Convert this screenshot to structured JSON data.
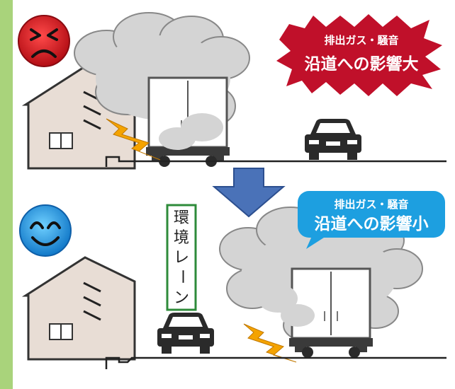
{
  "colors": {
    "background": "#a9d37b",
    "panel": "#ffffff",
    "burst_red": "#c0102a",
    "bubble_blue": "#1d9fe0",
    "arrow_blue": "#4a72b8",
    "smoke": "#d4d4d4",
    "house": "#e8ddd5",
    "lane_border": "#2e8b3a",
    "lightning": "#f4a300"
  },
  "top_scene": {
    "face": "angry-face-icon",
    "caption_line1": "排出ガス・騒音",
    "caption_line2": "沿道への影響大"
  },
  "bottom_scene": {
    "face": "smiling-face-icon",
    "caption_line1": "排出ガス・騒音",
    "caption_line2": "沿道への影響小",
    "lane_label": [
      "環",
      "境",
      "レ",
      "ー",
      "ン"
    ]
  },
  "icons": [
    "house-icon",
    "truck-icon",
    "car-icon",
    "smoke-cloud-icon",
    "lightning-icon",
    "down-arrow-icon"
  ]
}
